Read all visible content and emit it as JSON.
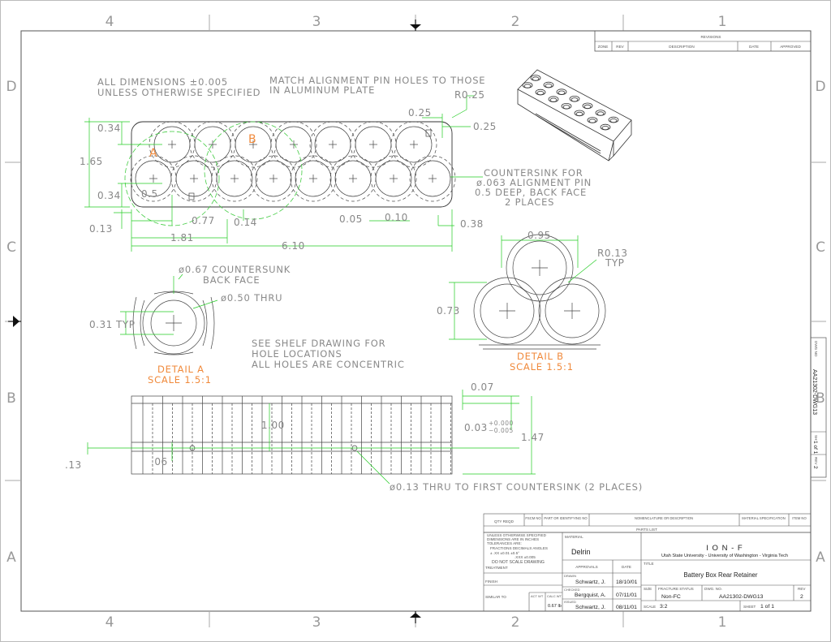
{
  "zones": {
    "columns": [
      "4",
      "3",
      "2",
      "1"
    ],
    "rows": [
      "D",
      "C",
      "B",
      "A"
    ]
  },
  "revisions": {
    "title": "REVISIONS",
    "headers": [
      "ZONE",
      "REV",
      "DESCRIPTION",
      "DATE",
      "APPROVED"
    ]
  },
  "notes": {
    "tolerance_1": "ALL DIMENSIONS ±0.005",
    "tolerance_2": "UNLESS OTHERWISE SPECIFIED",
    "match_1": "MATCH ALIGNMENT PIN HOLES TO THOSE",
    "match_2": "IN ALUMINUM PLATE",
    "countersink_1": "COUNTERSINK FOR",
    "countersink_2": "ø.063 ALIGNMENT PIN",
    "countersink_3": "0.5 DEEP, BACK FACE",
    "countersink_4": "2 PLACES",
    "csk067_1": "ø0.67 COUNTERSUNK",
    "csk067_2": "BACK FACE",
    "thru050": "ø0.50 THRU",
    "shelf_1": "SEE SHELF DRAWING FOR",
    "shelf_2": "HOLE LOCATIONS",
    "shelf_3": "ALL HOLES ARE CONCENTRIC",
    "thru013": "ø0.13 THRU TO FIRST COUNTERSINK (2 PLACES)"
  },
  "dimensions": {
    "r025": "R0.25",
    "d025a": "0.25",
    "d025b": "0.25",
    "d034a": "0.34",
    "d165": "1.65",
    "d034b": "0.34",
    "d05": "0.5",
    "d013": "0.13",
    "d077": "0.77",
    "d014": "0.14",
    "d005": "0.05",
    "d010": "0.10",
    "d038": "0.38",
    "d181": "1.81",
    "d610": "6.10",
    "d095": "0.95",
    "r013": "R0.13",
    "typ": "TYP",
    "d073": "0.73",
    "d031typ": "0.31 TYP",
    "d007": "0.07",
    "d100": "1.00",
    "d003": "0.03",
    "tol_plus": "+0.000",
    "tol_minus": "−0.005",
    "d147": "1.47",
    "d13": ".13",
    "d06": ".06"
  },
  "labels": {
    "a": "A",
    "b": "B"
  },
  "details": {
    "a_title": "DETAIL A",
    "a_scale": "SCALE 1.5:1",
    "b_title": "DETAIL B",
    "b_scale": "SCALE 1.5:1"
  },
  "side_strip": {
    "dwg_no_label": "DWG NO",
    "dwg_no": "AA21302-DWG13",
    "sh_label": "SH",
    "sh": "1 of 1",
    "rev_label": "REV",
    "rev": "2"
  },
  "parts_list": {
    "headers": [
      "QTY REQD",
      "FSCM NO",
      "PART OR IDENTIFYING NO",
      "NOMENCLATURE OR DESCRIPTION",
      "MATERIAL SPECIFICATION",
      "ITEM NO"
    ],
    "title": "PARTS LIST"
  },
  "title_block": {
    "spec_1": "UNLESS OTHERWISE SPECIFIED",
    "spec_2": "DIMENSIONS ARE IN INCHES",
    "spec_3": "TOLERANCES ARE:",
    "spec_4": "FRACTIONS   DECIMALS   ANGLES",
    "spec_5": "±          .XX ±0.01       ±0.5°",
    "spec_6": ".XXX ±0.005",
    "spec_7": "DO NOT SCALE DRAWING",
    "treatment": "TREATMENT",
    "finish": "FINISH",
    "similar_to": "SIMILAR TO",
    "act_wt": "ACT WT",
    "calc_wt": "CALC WT",
    "weight": "0.67 lb",
    "material_label": "MATERIAL",
    "material": "Delrin",
    "approvals": "APPROVALS",
    "date_label": "DATE",
    "drawn_label": "DRAWN",
    "drawn": "Schwartz, J.",
    "drawn_date": "18/10/01",
    "checked_label": "CHECKED",
    "checked": "Bergquist, A.",
    "checked_date": "07/11/01",
    "issued_label": "ISSUED",
    "issued": "Schwartz, J.",
    "issued_date": "08/11/01",
    "org": "I O N - F",
    "org_sub": "Utah State University - University of Washington - Virginia Tech",
    "title_label": "TITLE",
    "title": "Battery Box Rear Retainer",
    "size_label": "SIZE",
    "fracture_label": "FRACTURE STATUS",
    "fracture": "Non-FC",
    "dwg_no_label": "DWG. NO.",
    "dwg_no": "AA21302-DWG13",
    "rev_label": "REV",
    "rev": "2",
    "scale_label": "SCALE",
    "scale": "3:2",
    "sheet_label": "SHEET",
    "sheet": "1 of 1"
  }
}
